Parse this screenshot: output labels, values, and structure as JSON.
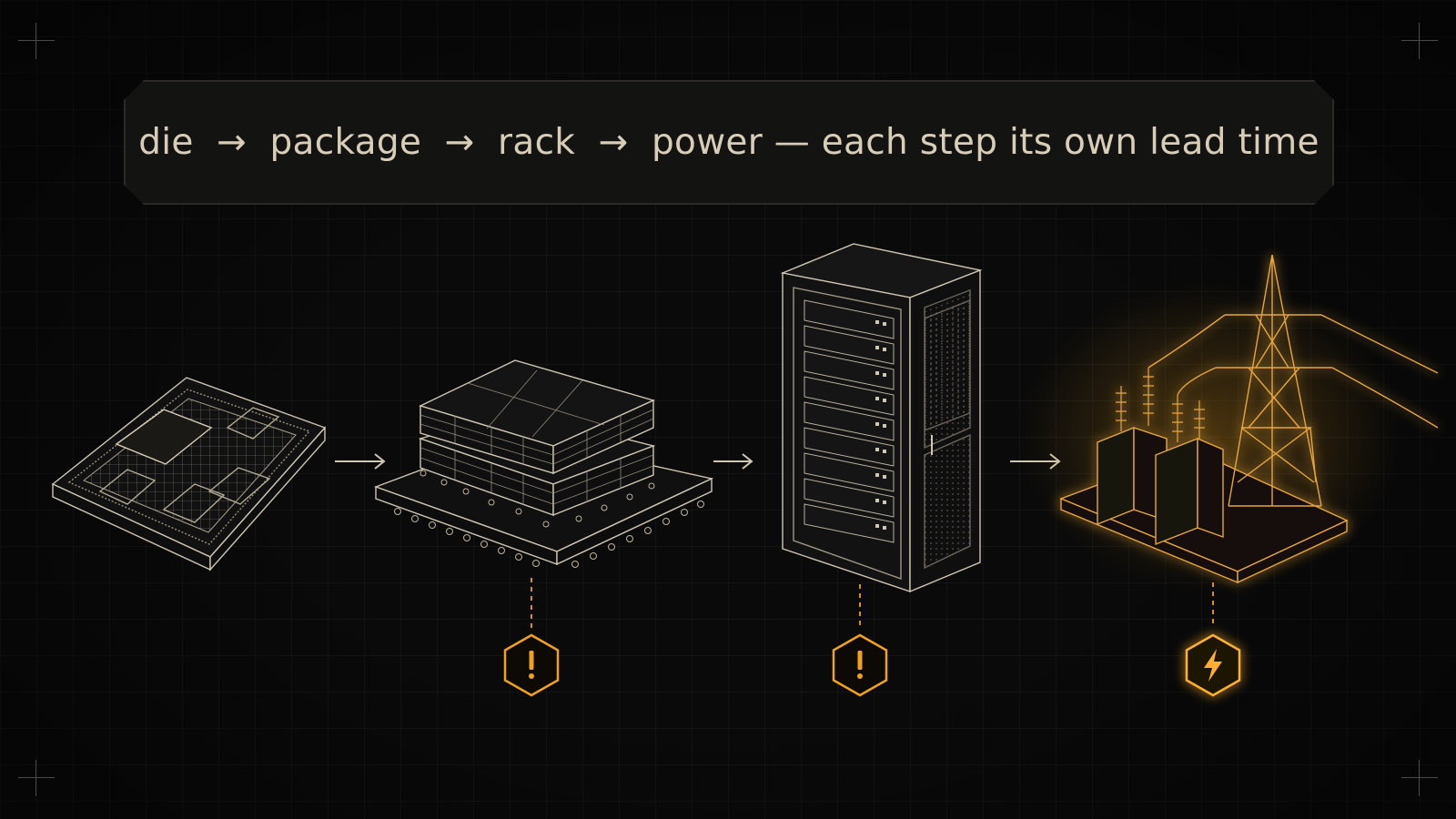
{
  "banner": {
    "steps": [
      "die",
      "package",
      "rack",
      "power"
    ],
    "step_separator": "→",
    "dash": "—",
    "tagline": "each step its own lead time"
  },
  "colors": {
    "background": "#0a0a0a",
    "line": "#cfc6b4",
    "accent": "#f0a21c",
    "glow": "#ffb02e"
  },
  "icons": {
    "die": "silicon-die-icon",
    "package": "chip-package-icon",
    "rack": "server-rack-icon",
    "power": "power-substation-icon",
    "warning": "warning-hexagon-icon",
    "lightning": "lightning-hexagon-icon"
  }
}
